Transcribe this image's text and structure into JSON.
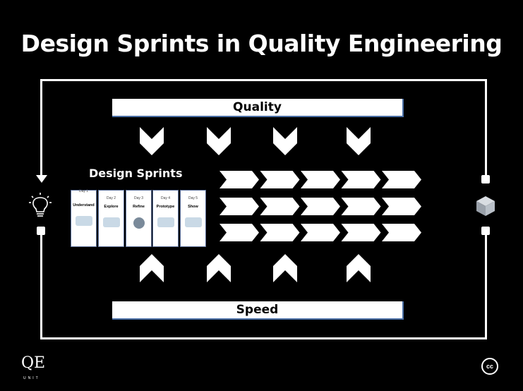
{
  "title": "Design Sprints in Quality Engineering",
  "top_bar": "Quality",
  "bottom_bar": "Speed",
  "sprints_label": "Design Sprints",
  "days": [
    {
      "day": "Day 1",
      "name": "Understand"
    },
    {
      "day": "Day 2",
      "name": "Explore"
    },
    {
      "day": "Day 3",
      "name": "Refine"
    },
    {
      "day": "Day 4",
      "name": "Prototype"
    },
    {
      "day": "Day 5",
      "name": "Show"
    }
  ],
  "logo": {
    "main": "QE",
    "sub": "UNIT"
  },
  "license_badge": "cc"
}
